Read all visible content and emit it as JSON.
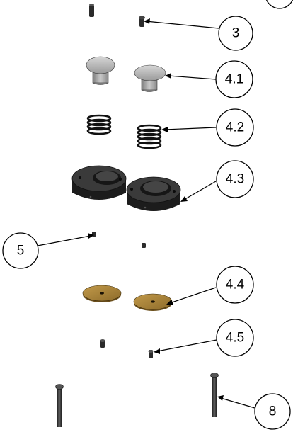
{
  "callouts": {
    "c3": "3",
    "c4_1": "4.1",
    "c4_2": "4.2",
    "c4_3": "4.3",
    "c5": "5",
    "c4_4": "4.4",
    "c4_5": "4.5",
    "c8": "8"
  },
  "colors": {
    "metal_dark": "#2a2a2a",
    "cap_grey": "#a8a8a8",
    "washer_bronze": "#a9843c",
    "line": "#000000"
  }
}
